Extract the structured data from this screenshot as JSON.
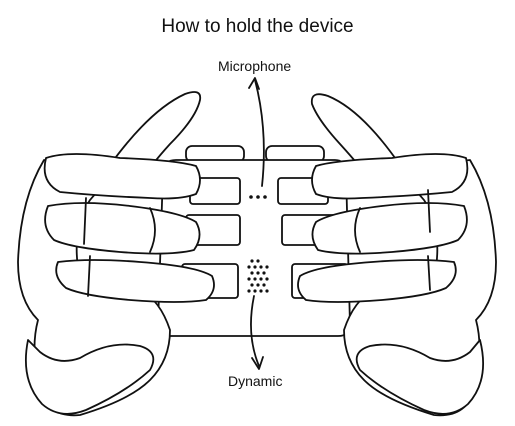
{
  "diagram": {
    "title": "How to hold the device",
    "labels": {
      "microphone": "Microphone",
      "dynamic": "Dynamic"
    }
  }
}
